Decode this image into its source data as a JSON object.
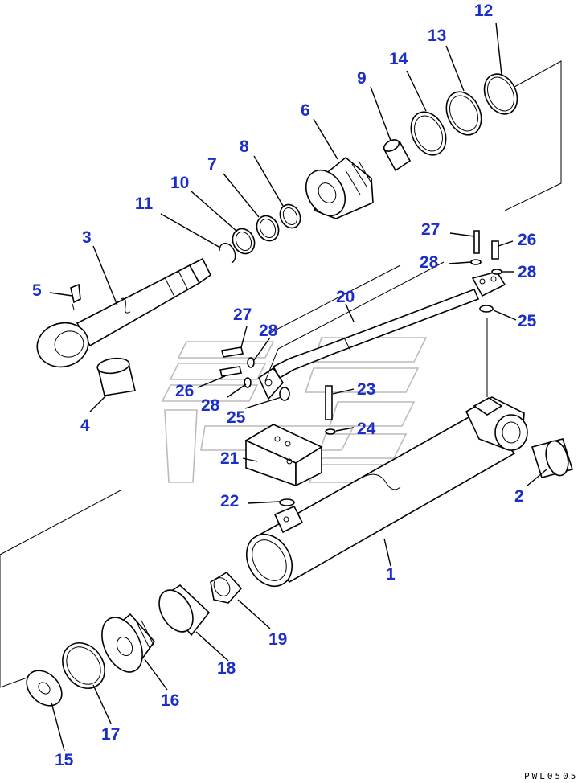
{
  "drawing_code": "PWL0505",
  "callouts": [
    {
      "key": "c12",
      "label": "12"
    },
    {
      "key": "c13",
      "label": "13"
    },
    {
      "key": "c14",
      "label": "14"
    },
    {
      "key": "c9",
      "label": "9"
    },
    {
      "key": "c6",
      "label": "6"
    },
    {
      "key": "c8",
      "label": "8"
    },
    {
      "key": "c7",
      "label": "7"
    },
    {
      "key": "c10",
      "label": "10"
    },
    {
      "key": "c11",
      "label": "11"
    },
    {
      "key": "c3",
      "label": "3"
    },
    {
      "key": "c5",
      "label": "5"
    },
    {
      "key": "c4",
      "label": "4"
    },
    {
      "key": "c27a",
      "label": "27"
    },
    {
      "key": "c28a",
      "label": "28"
    },
    {
      "key": "c26a",
      "label": "26"
    },
    {
      "key": "c28b",
      "label": "28"
    },
    {
      "key": "c25a",
      "label": "25"
    },
    {
      "key": "c20",
      "label": "20"
    },
    {
      "key": "c27b",
      "label": "27"
    },
    {
      "key": "c28c",
      "label": "28"
    },
    {
      "key": "c26b",
      "label": "26"
    },
    {
      "key": "c28d",
      "label": "28"
    },
    {
      "key": "c25b",
      "label": "25"
    },
    {
      "key": "c23",
      "label": "23"
    },
    {
      "key": "c24",
      "label": "24"
    },
    {
      "key": "c21",
      "label": "21"
    },
    {
      "key": "c22",
      "label": "22"
    },
    {
      "key": "c2",
      "label": "2"
    },
    {
      "key": "c1",
      "label": "1"
    },
    {
      "key": "c19",
      "label": "19"
    },
    {
      "key": "c18",
      "label": "18"
    },
    {
      "key": "c16",
      "label": "16"
    },
    {
      "key": "c17",
      "label": "17"
    },
    {
      "key": "c15",
      "label": "15"
    }
  ]
}
